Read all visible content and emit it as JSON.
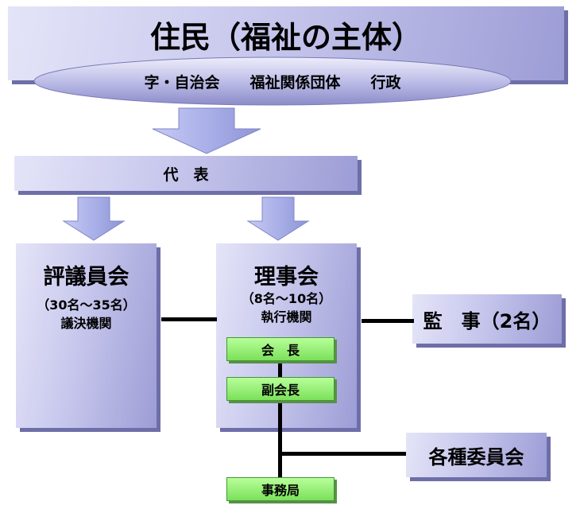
{
  "top": {
    "title": "住民（福祉の主体）",
    "groups": [
      "字・自治会",
      "福祉関係団体",
      "行政"
    ]
  },
  "representative": {
    "label": "代　表"
  },
  "council": {
    "title": "評議員会",
    "members": "（30名～35名）",
    "role": "議決機関"
  },
  "board": {
    "title": "理事会",
    "members": "（8名～10名）",
    "role": "執行機関"
  },
  "auditor": {
    "label": "監　事（2名）"
  },
  "chair": {
    "label": "会　長"
  },
  "vice_chair": {
    "label": "副会長"
  },
  "committees": {
    "label": "各種委員会"
  },
  "secretariat": {
    "label": "事務局"
  },
  "colors": {
    "box_light": "#e4e4f8",
    "box_dark": "#9d9dd6",
    "green_light": "#b8ff9a",
    "green_dark": "#7be05a",
    "arrow": "#aab0e8"
  }
}
